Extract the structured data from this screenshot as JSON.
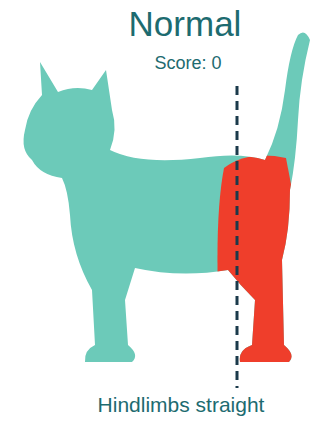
{
  "diagram": {
    "title": "Normal",
    "caption": "Hindlimbs straight",
    "labels": [
      "Score: 0"
    ]
  }
}
